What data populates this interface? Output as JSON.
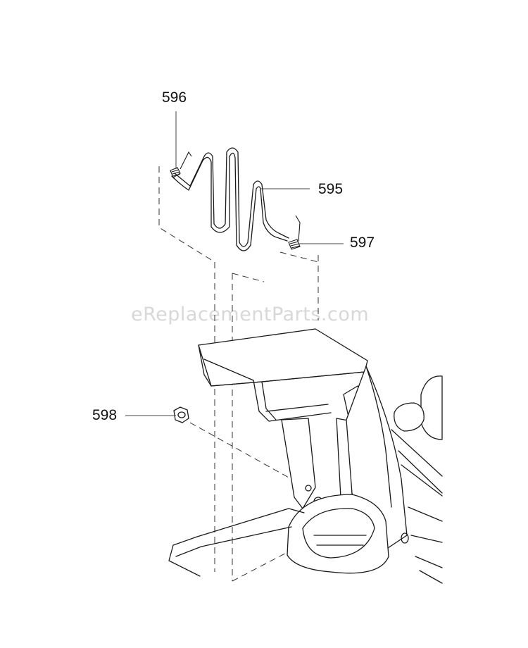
{
  "callouts": [
    {
      "id": "596",
      "label": "596"
    },
    {
      "id": "595",
      "label": "595"
    },
    {
      "id": "597",
      "label": "597"
    },
    {
      "id": "598",
      "label": "598"
    }
  ],
  "watermark": "eReplacementParts.com"
}
